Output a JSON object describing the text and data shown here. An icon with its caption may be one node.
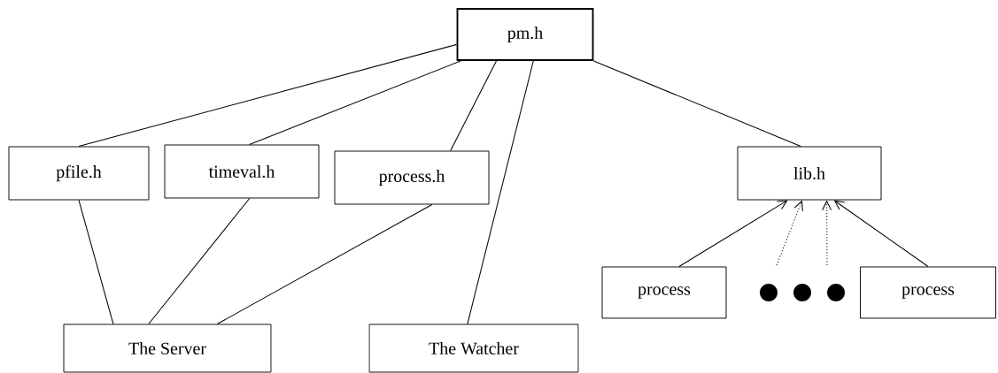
{
  "diagram": {
    "nodes": [
      {
        "text": [
          "pm.h"
        ]
      },
      {
        "text": [
          "pfile.h"
        ]
      },
      {
        "text": [
          "timeval.h"
        ]
      },
      {
        "text": [
          "process.h"
        ]
      },
      {
        "text": [
          "lib.h"
        ]
      },
      {
        "text": [
          "process"
        ]
      },
      {
        "text": [
          "process"
        ]
      },
      {
        "text": [
          "The Server"
        ]
      },
      {
        "text": [
          "The Watcher"
        ]
      }
    ],
    "edges": [
      {
        "from": 0,
        "to": 1,
        "arrow": "none"
      },
      {
        "from": 0,
        "to": 2,
        "arrow": "none"
      },
      {
        "from": 0,
        "to": 3,
        "arrow": "none"
      },
      {
        "from": 0,
        "to": 8,
        "arrow": "none"
      },
      {
        "from": 0,
        "to": 4,
        "arrow": "none"
      },
      {
        "from": 1,
        "to": 7,
        "arrow": "none"
      },
      {
        "from": 2,
        "to": 7,
        "arrow": "none"
      },
      {
        "from": 3,
        "to": 7,
        "arrow": "none"
      },
      {
        "from": 5,
        "to": 4,
        "arrow": "to"
      },
      {
        "from": null,
        "to": 4,
        "arrow": "to",
        "style": "dashed"
      },
      {
        "from": null,
        "to": 4,
        "arrow": "to",
        "style": "dashed"
      },
      {
        "from": 6,
        "to": 4,
        "arrow": "to"
      }
    ]
  }
}
